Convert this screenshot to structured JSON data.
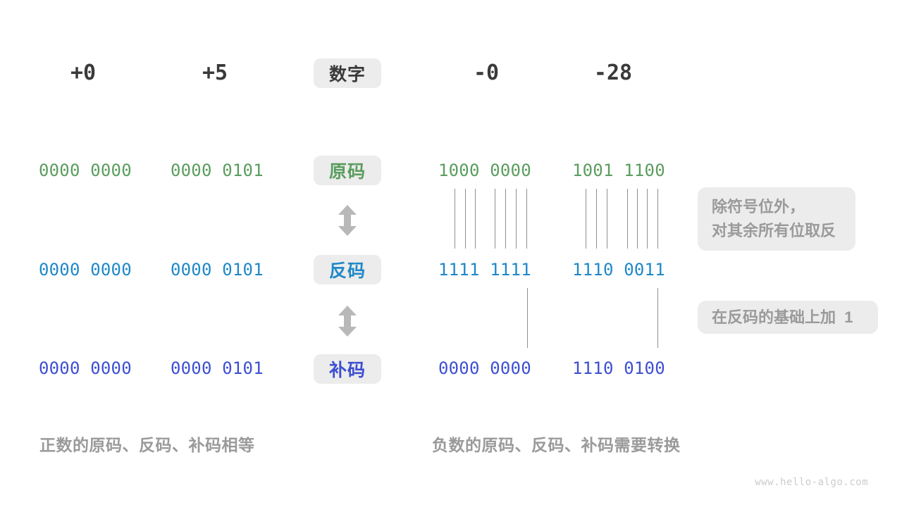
{
  "palette": {
    "green": "#5a9d5e",
    "blue": "#1f88c9",
    "indigo": "#3d4fd1",
    "dark_text": "#3a3a3a",
    "gray_text": "#9a9a9a",
    "pill_background": "#ececec",
    "arrow_gray": "#b8b8b8",
    "connector_line": "#8f8f8f",
    "watermark_gray": "#cccccc"
  },
  "header": {
    "label": "数字",
    "values": [
      "+0",
      "+5",
      "-0",
      "-28"
    ]
  },
  "rows": [
    {
      "label": "原码",
      "values": [
        "0000 0000",
        "0000 0101",
        "1000 0000",
        "1001 1100"
      ]
    },
    {
      "label": "反码",
      "values": [
        "0000 0000",
        "0000 0101",
        "1111 1111",
        "1110 0011"
      ]
    },
    {
      "label": "补码",
      "values": [
        "0000 0000",
        "0000 0101",
        "0000 0000",
        "1110 0100"
      ]
    }
  ],
  "annotations": {
    "invert_line1": "除符号位外，",
    "invert_line2": "对其余所有位取反",
    "add_one": "在反码的基础上加  1"
  },
  "captions": {
    "positive": "正数的原码、反码、补码相等",
    "negative": "负数的原码、反码、补码需要转换"
  },
  "watermark": "www.hello-algo.com"
}
